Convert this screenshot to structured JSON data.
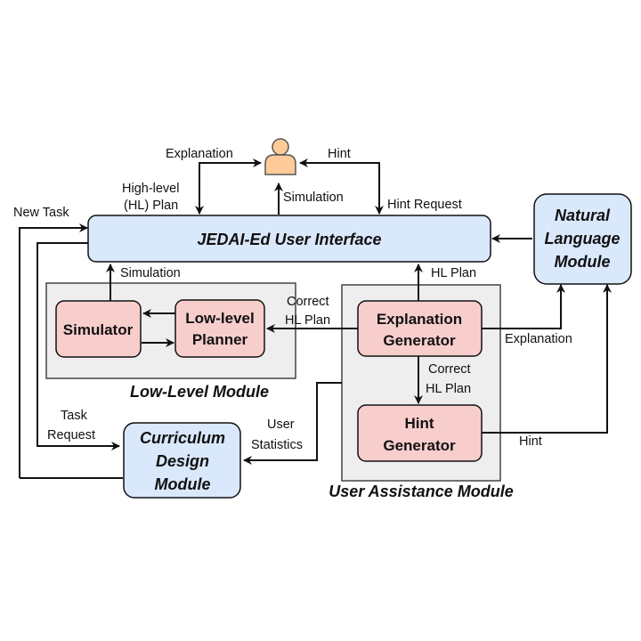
{
  "title": "JEDAI-Ed system architecture diagram",
  "colors": {
    "blue_box": "#dae8fc",
    "red_box": "#f8cecc",
    "gray_group": "#eeeeee",
    "person": "#ffcc99",
    "stroke": "#111111"
  },
  "nodes": {
    "user": {
      "icon": "person-icon"
    },
    "ui": {
      "label": "JEDAI-Ed User Interface"
    },
    "nlm": {
      "lines": [
        "Natural",
        "Language",
        "Module"
      ]
    },
    "simulator": {
      "label": "Simulator"
    },
    "planner": {
      "lines": [
        "Low-level",
        "Planner"
      ]
    },
    "explgen": {
      "lines": [
        "Explanation",
        "Generator"
      ]
    },
    "hintgen": {
      "lines": [
        "Hint",
        "Generator"
      ]
    },
    "curriculum": {
      "lines": [
        "Curriculum",
        "Design",
        "Module"
      ]
    }
  },
  "groups": {
    "low_level": "Low-Level Module",
    "user_assist": "User Assistance Module"
  },
  "edges": {
    "explanation_to_user": "Explanation",
    "hint_to_user": "Hint",
    "hl_plan": [
      "High-level",
      "(HL) Plan"
    ],
    "simulation_to_user": "Simulation",
    "hint_request": "Hint Request",
    "new_task": "New Task",
    "simulation_to_ui": "Simulation",
    "hl_plan_to_ui": "HL Plan",
    "correct_hl_plan_planner": [
      "Correct",
      "HL Plan"
    ],
    "explanation_to_nlm": "Explanation",
    "correct_hl_plan_hint": [
      "Correct",
      "HL Plan"
    ],
    "hint_to_nlm": "Hint",
    "task_request": [
      "Task",
      "Request"
    ],
    "user_statistics": [
      "User",
      "Statistics"
    ]
  }
}
